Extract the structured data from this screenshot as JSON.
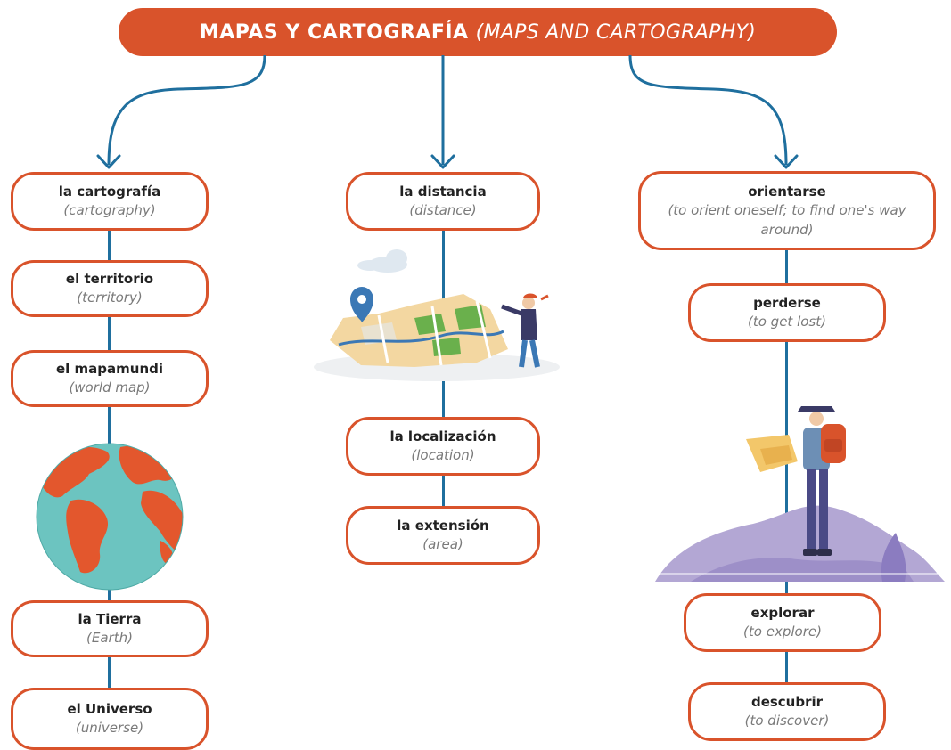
{
  "title": {
    "spanish": "MAPAS Y CARTOGRAFÍA",
    "english": "(MAPS AND CARTOGRAPHY)"
  },
  "colors": {
    "accent": "#d9532b",
    "connector": "#1f6f9e",
    "gloss_text": "#7a7a7a"
  },
  "columns": {
    "left": [
      {
        "term": "la cartografía",
        "gloss": "(cartography)"
      },
      {
        "term": "el territorio",
        "gloss": "(territory)"
      },
      {
        "term": "el mapamundi",
        "gloss": "(world map)"
      },
      {
        "term": "la Tierra",
        "gloss": "(Earth)"
      },
      {
        "term": "el Universo",
        "gloss": "(universe)"
      }
    ],
    "center": [
      {
        "term": "la distancia",
        "gloss": "(distance)"
      },
      {
        "term": "la localización",
        "gloss": "(location)"
      },
      {
        "term": "la extensión",
        "gloss": "(area)"
      }
    ],
    "right": [
      {
        "term": "orientarse",
        "gloss": "(to orient oneself; to find one's way around)"
      },
      {
        "term": "perderse",
        "gloss": "(to get lost)"
      },
      {
        "term": "explorar",
        "gloss": "(to explore)"
      },
      {
        "term": "descubrir",
        "gloss": "(to discover)"
      }
    ]
  },
  "illustrations": [
    "globe-illustration",
    "map-reader-illustration",
    "hiker-illustration"
  ]
}
